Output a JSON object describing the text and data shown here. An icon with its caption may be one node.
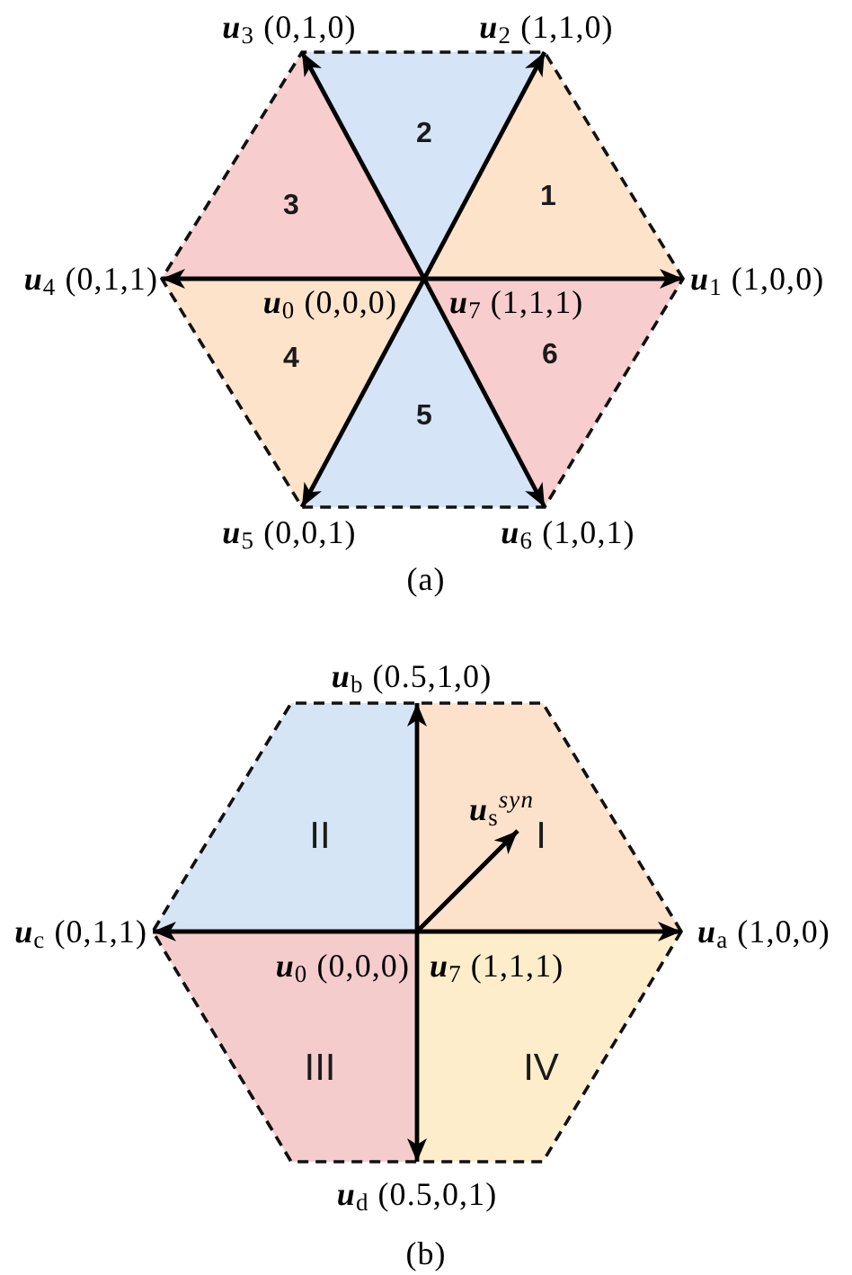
{
  "diagram": {
    "nodes": [
      {
        "text": [
          "**u**$_{3}$ (0,1,0)"
        ]
      },
      {
        "text": [
          "**u**$_{2}$ (1,1,0)"
        ]
      },
      {
        "text": [
          "2"
        ]
      },
      {
        "text": [
          "3"
        ]
      },
      {
        "text": [
          "1"
        ]
      },
      {
        "text": [
          "**u**$_{4}$ (0,1,1)"
        ]
      },
      {
        "text": [
          "**u**$_{1}$ (1,0,0)"
        ]
      },
      {
        "text": [
          "**u**$_{0}$ (0,0,0)",
          "**u**$_{7}$ (1,1,1)"
        ]
      },
      {
        "text": [
          "4"
        ]
      },
      {
        "text": [
          "6"
        ]
      },
      {
        "text": [
          "5"
        ]
      },
      {
        "text": [
          "**u**$_{5}$ (0,0,1)"
        ]
      },
      {
        "text": [
          "**u**$_{6}$ (1,0,1)"
        ]
      },
      {
        "text": [
          "**u**$_{b}$ (0.5,1,0)"
        ]
      },
      {
        "text": [
          "II"
        ]
      },
      {
        "text": [
          "I"
        ]
      },
      {
        "text": [
          "**u**$_{s}$$^{syn}$"
        ],
        "in": 15
      },
      {
        "text": [
          "**u**$_{c}$ (0,1,1)"
        ]
      },
      {
        "text": [
          "**u**$_{a}$ (1,0,0)"
        ]
      },
      {
        "text": [
          "**u**$_{0}$ (0,0,0)",
          "**u**$_{7}$ (1,1,1)"
        ]
      },
      {
        "text": [
          "III"
        ]
      },
      {
        "text": [
          "IV"
        ]
      },
      {
        "text": [
          "**u**$_{d}$ (0.5,0,1)"
        ]
      }
    ],
    "edges": [
      {
        "from": 7,
        "to": 6,
        "arrow": "to"
      },
      {
        "from": 7,
        "to": 1,
        "arrow": "to"
      },
      {
        "from": 7,
        "to": 0,
        "arrow": "to"
      },
      {
        "from": 7,
        "to": 5,
        "arrow": "to"
      },
      {
        "from": 7,
        "to": 11,
        "arrow": "to"
      },
      {
        "from": 7,
        "to": 12,
        "arrow": "to"
      },
      {
        "from": 19,
        "to": 18,
        "arrow": "to"
      },
      {
        "from": 19,
        "to": 13,
        "arrow": "to"
      },
      {
        "from": 19,
        "to": 16,
        "arrow": "to"
      },
      {
        "from": 19,
        "to": 17,
        "arrow": "to"
      },
      {
        "from": 19,
        "to": 22,
        "arrow": "to"
      }
    ],
    "labels": [
      "(a)",
      "(b)"
    ]
  }
}
